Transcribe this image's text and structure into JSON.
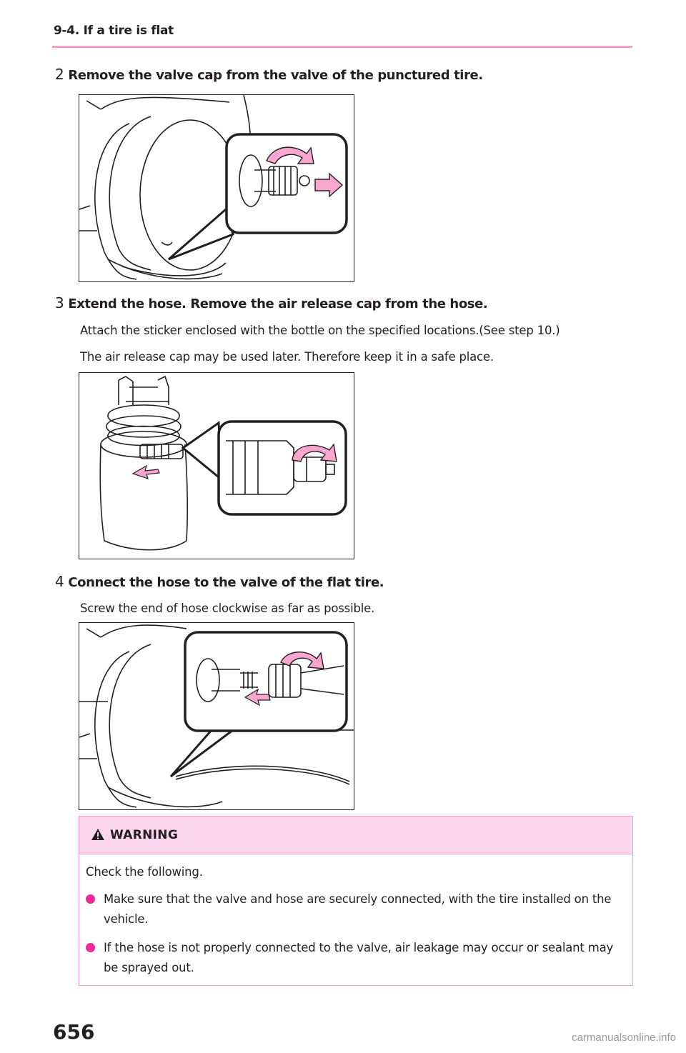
{
  "header": {
    "section": "9-4. If a tire is flat"
  },
  "steps": [
    {
      "number": "2",
      "title": "Remove the valve cap from the valve of the punctured tire.",
      "notes": []
    },
    {
      "number": "3",
      "title": "Extend the hose. Remove the air release cap from the hose.",
      "notes": [
        "Attach the sticker enclosed with the bottle on the specified locations.(See step 10.)",
        "The air release cap may be used later. Therefore keep it in a safe place."
      ]
    },
    {
      "number": "4",
      "title": "Connect the hose to the valve of the flat tire.",
      "notes": [
        "Screw the end of hose clockwise as far as possible."
      ]
    }
  ],
  "warning": {
    "title": "WARNING",
    "intro": "Check the following.",
    "bullets": [
      "Make sure that the valve and hose are securely connected, with the tire installed on the vehicle.",
      "If the hose is not properly connected to the valve, air leakage may occur or sealant may be sprayed out."
    ]
  },
  "footer": {
    "page_number": "656",
    "watermark": "carmanualsonline.info"
  },
  "colors": {
    "accent_pink": "#f39bd3",
    "warning_bg": "#fcd5ef",
    "bullet": "#ee2a96",
    "arrow_fill": "#f8a6cf"
  },
  "icons": [
    "warning-triangle-icon",
    "bullet-dot-icon"
  ]
}
